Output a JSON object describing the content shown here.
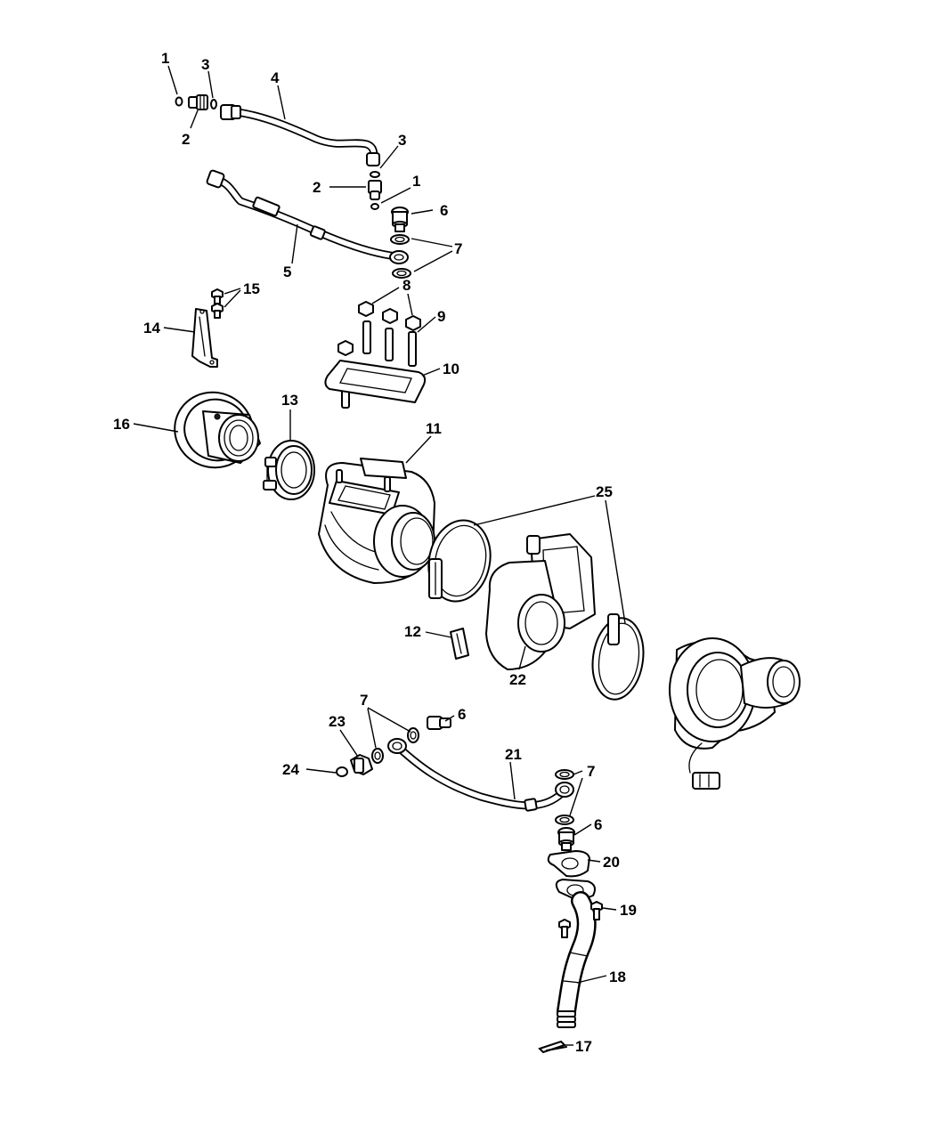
{
  "callouts": [
    {
      "id": "c1a",
      "text": "1"
    },
    {
      "id": "c3a",
      "text": "3"
    },
    {
      "id": "c2a",
      "text": "2"
    },
    {
      "id": "c4",
      "text": "4"
    },
    {
      "id": "c3b",
      "text": "3"
    },
    {
      "id": "c2b",
      "text": "2"
    },
    {
      "id": "c1b",
      "text": "1"
    },
    {
      "id": "c6a",
      "text": "6"
    },
    {
      "id": "c7a",
      "text": "7"
    },
    {
      "id": "c5",
      "text": "5"
    },
    {
      "id": "c8",
      "text": "8"
    },
    {
      "id": "c15",
      "text": "15"
    },
    {
      "id": "c9",
      "text": "9"
    },
    {
      "id": "c14",
      "text": "14"
    },
    {
      "id": "c10",
      "text": "10"
    },
    {
      "id": "c13",
      "text": "13"
    },
    {
      "id": "c16",
      "text": "16"
    },
    {
      "id": "c11",
      "text": "11"
    },
    {
      "id": "c25",
      "text": "25"
    },
    {
      "id": "c12",
      "text": "12"
    },
    {
      "id": "c22",
      "text": "22"
    },
    {
      "id": "c7b",
      "text": "7"
    },
    {
      "id": "c6b",
      "text": "6"
    },
    {
      "id": "c23",
      "text": "23"
    },
    {
      "id": "c21",
      "text": "21"
    },
    {
      "id": "c7c",
      "text": "7"
    },
    {
      "id": "c24",
      "text": "24"
    },
    {
      "id": "c6c",
      "text": "6"
    },
    {
      "id": "c20",
      "text": "20"
    },
    {
      "id": "c19",
      "text": "19"
    },
    {
      "id": "c18",
      "text": "18"
    },
    {
      "id": "c17",
      "text": "17"
    }
  ]
}
